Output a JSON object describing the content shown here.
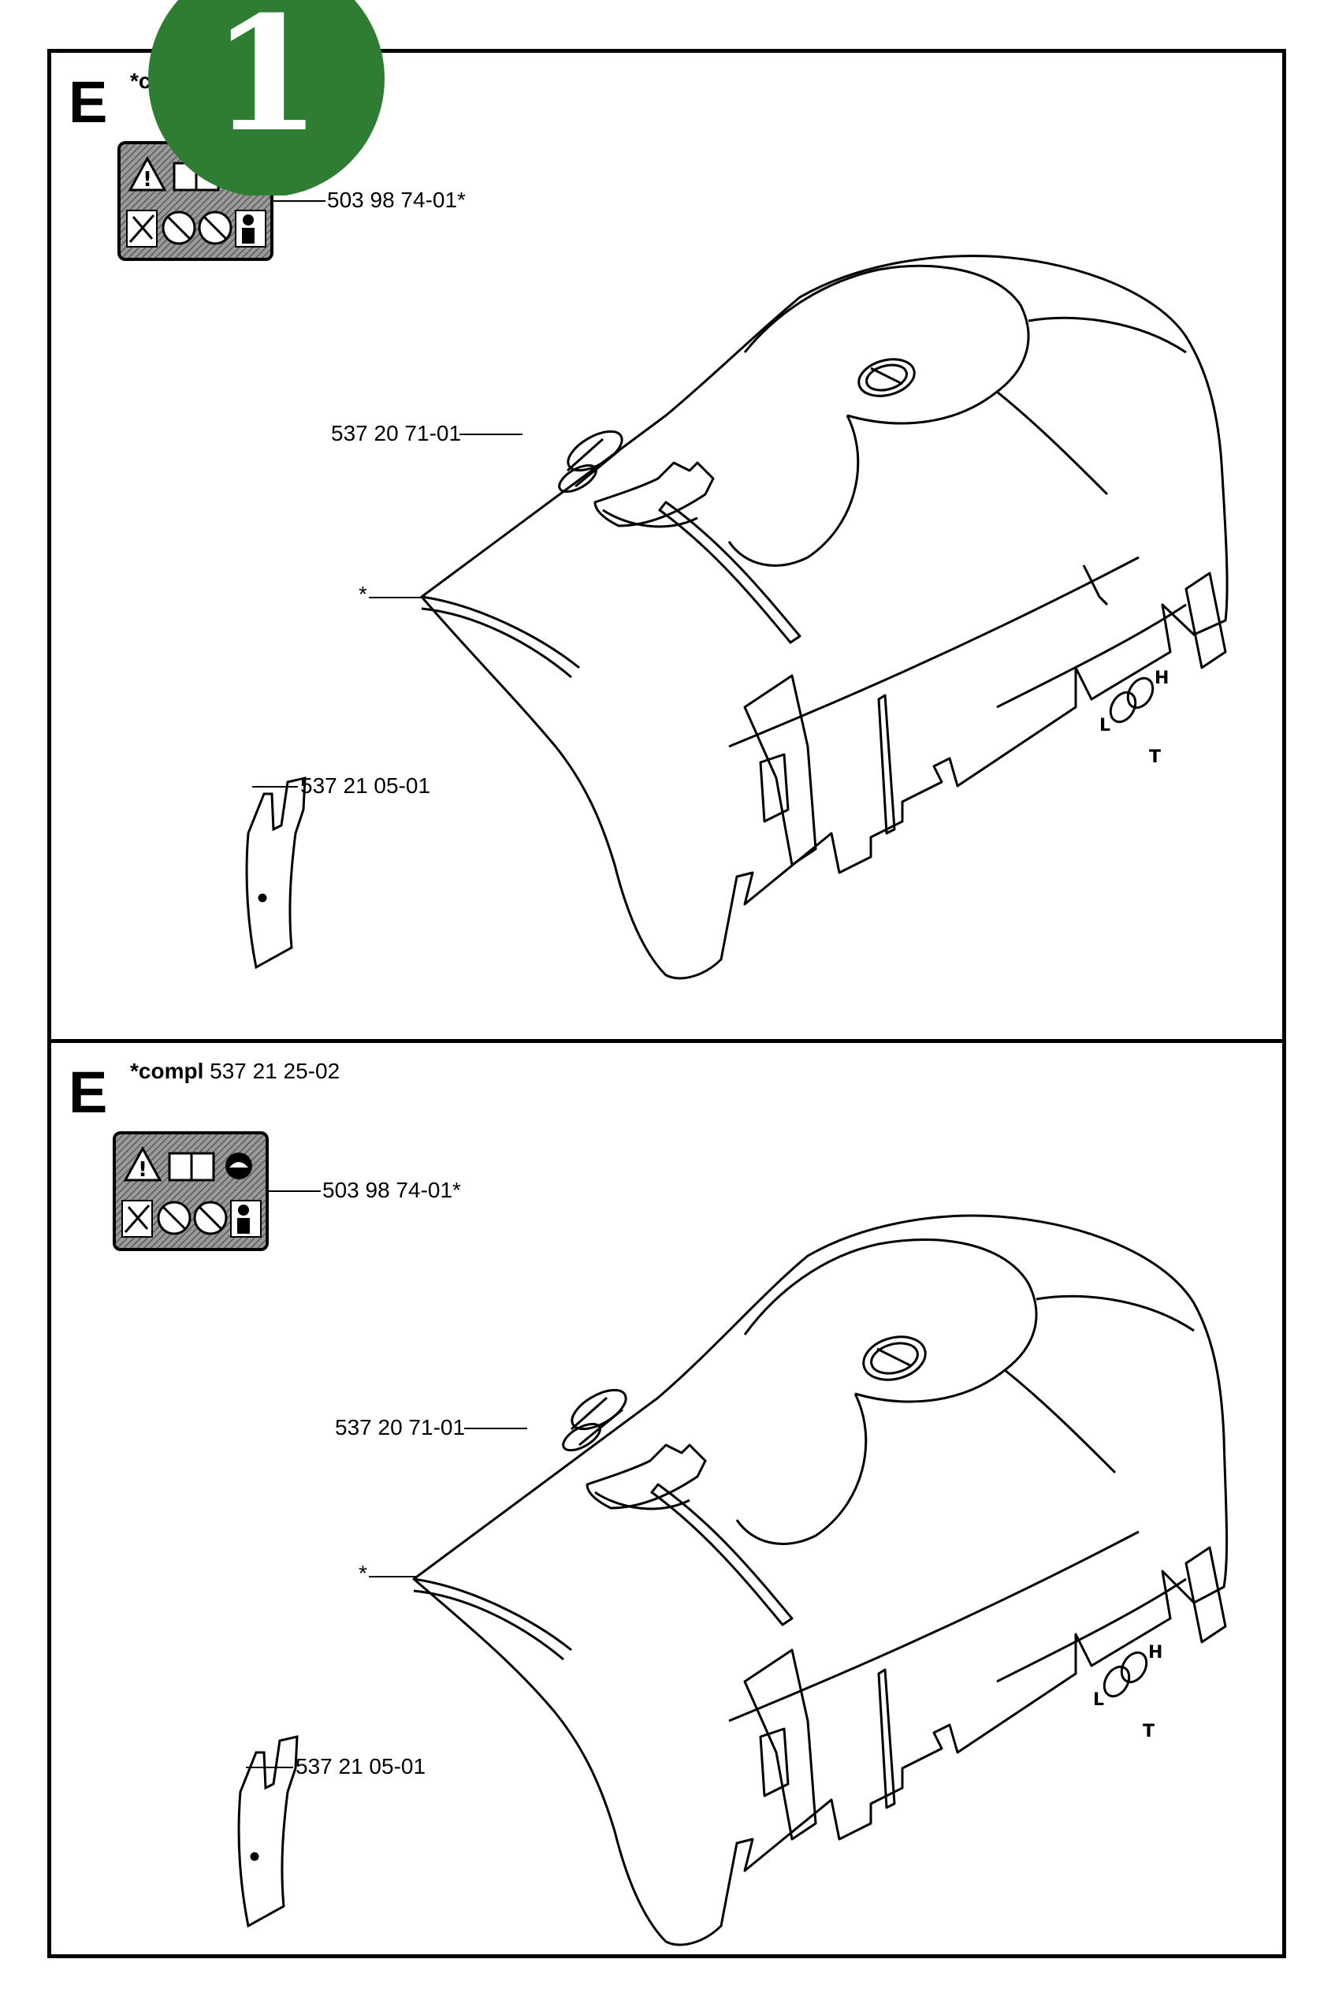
{
  "badge": {
    "number": "1",
    "color": "#2e7d32"
  },
  "panels": [
    {
      "section": "E",
      "header_prefix": "*c",
      "header_value": "",
      "parts": {
        "decal": "503 98 74-01*",
        "plug": "537 20 71-01",
        "cover": "*",
        "plate": "537 21 05-01"
      }
    },
    {
      "section": "E",
      "header_prefix": "*compl",
      "header_value": "537 21 25-02",
      "parts": {
        "decal": "503 98 74-01*",
        "plug": "537 20 71-01",
        "cover": "*",
        "plate": "537 21 05-01"
      }
    }
  ],
  "icons": [
    "warning-triangle-icon",
    "manual-book-icon",
    "helmet-icon",
    "kickback-icon",
    "no-one-hand-icon",
    "no-chain-contact-icon",
    "protective-gear-icon"
  ]
}
